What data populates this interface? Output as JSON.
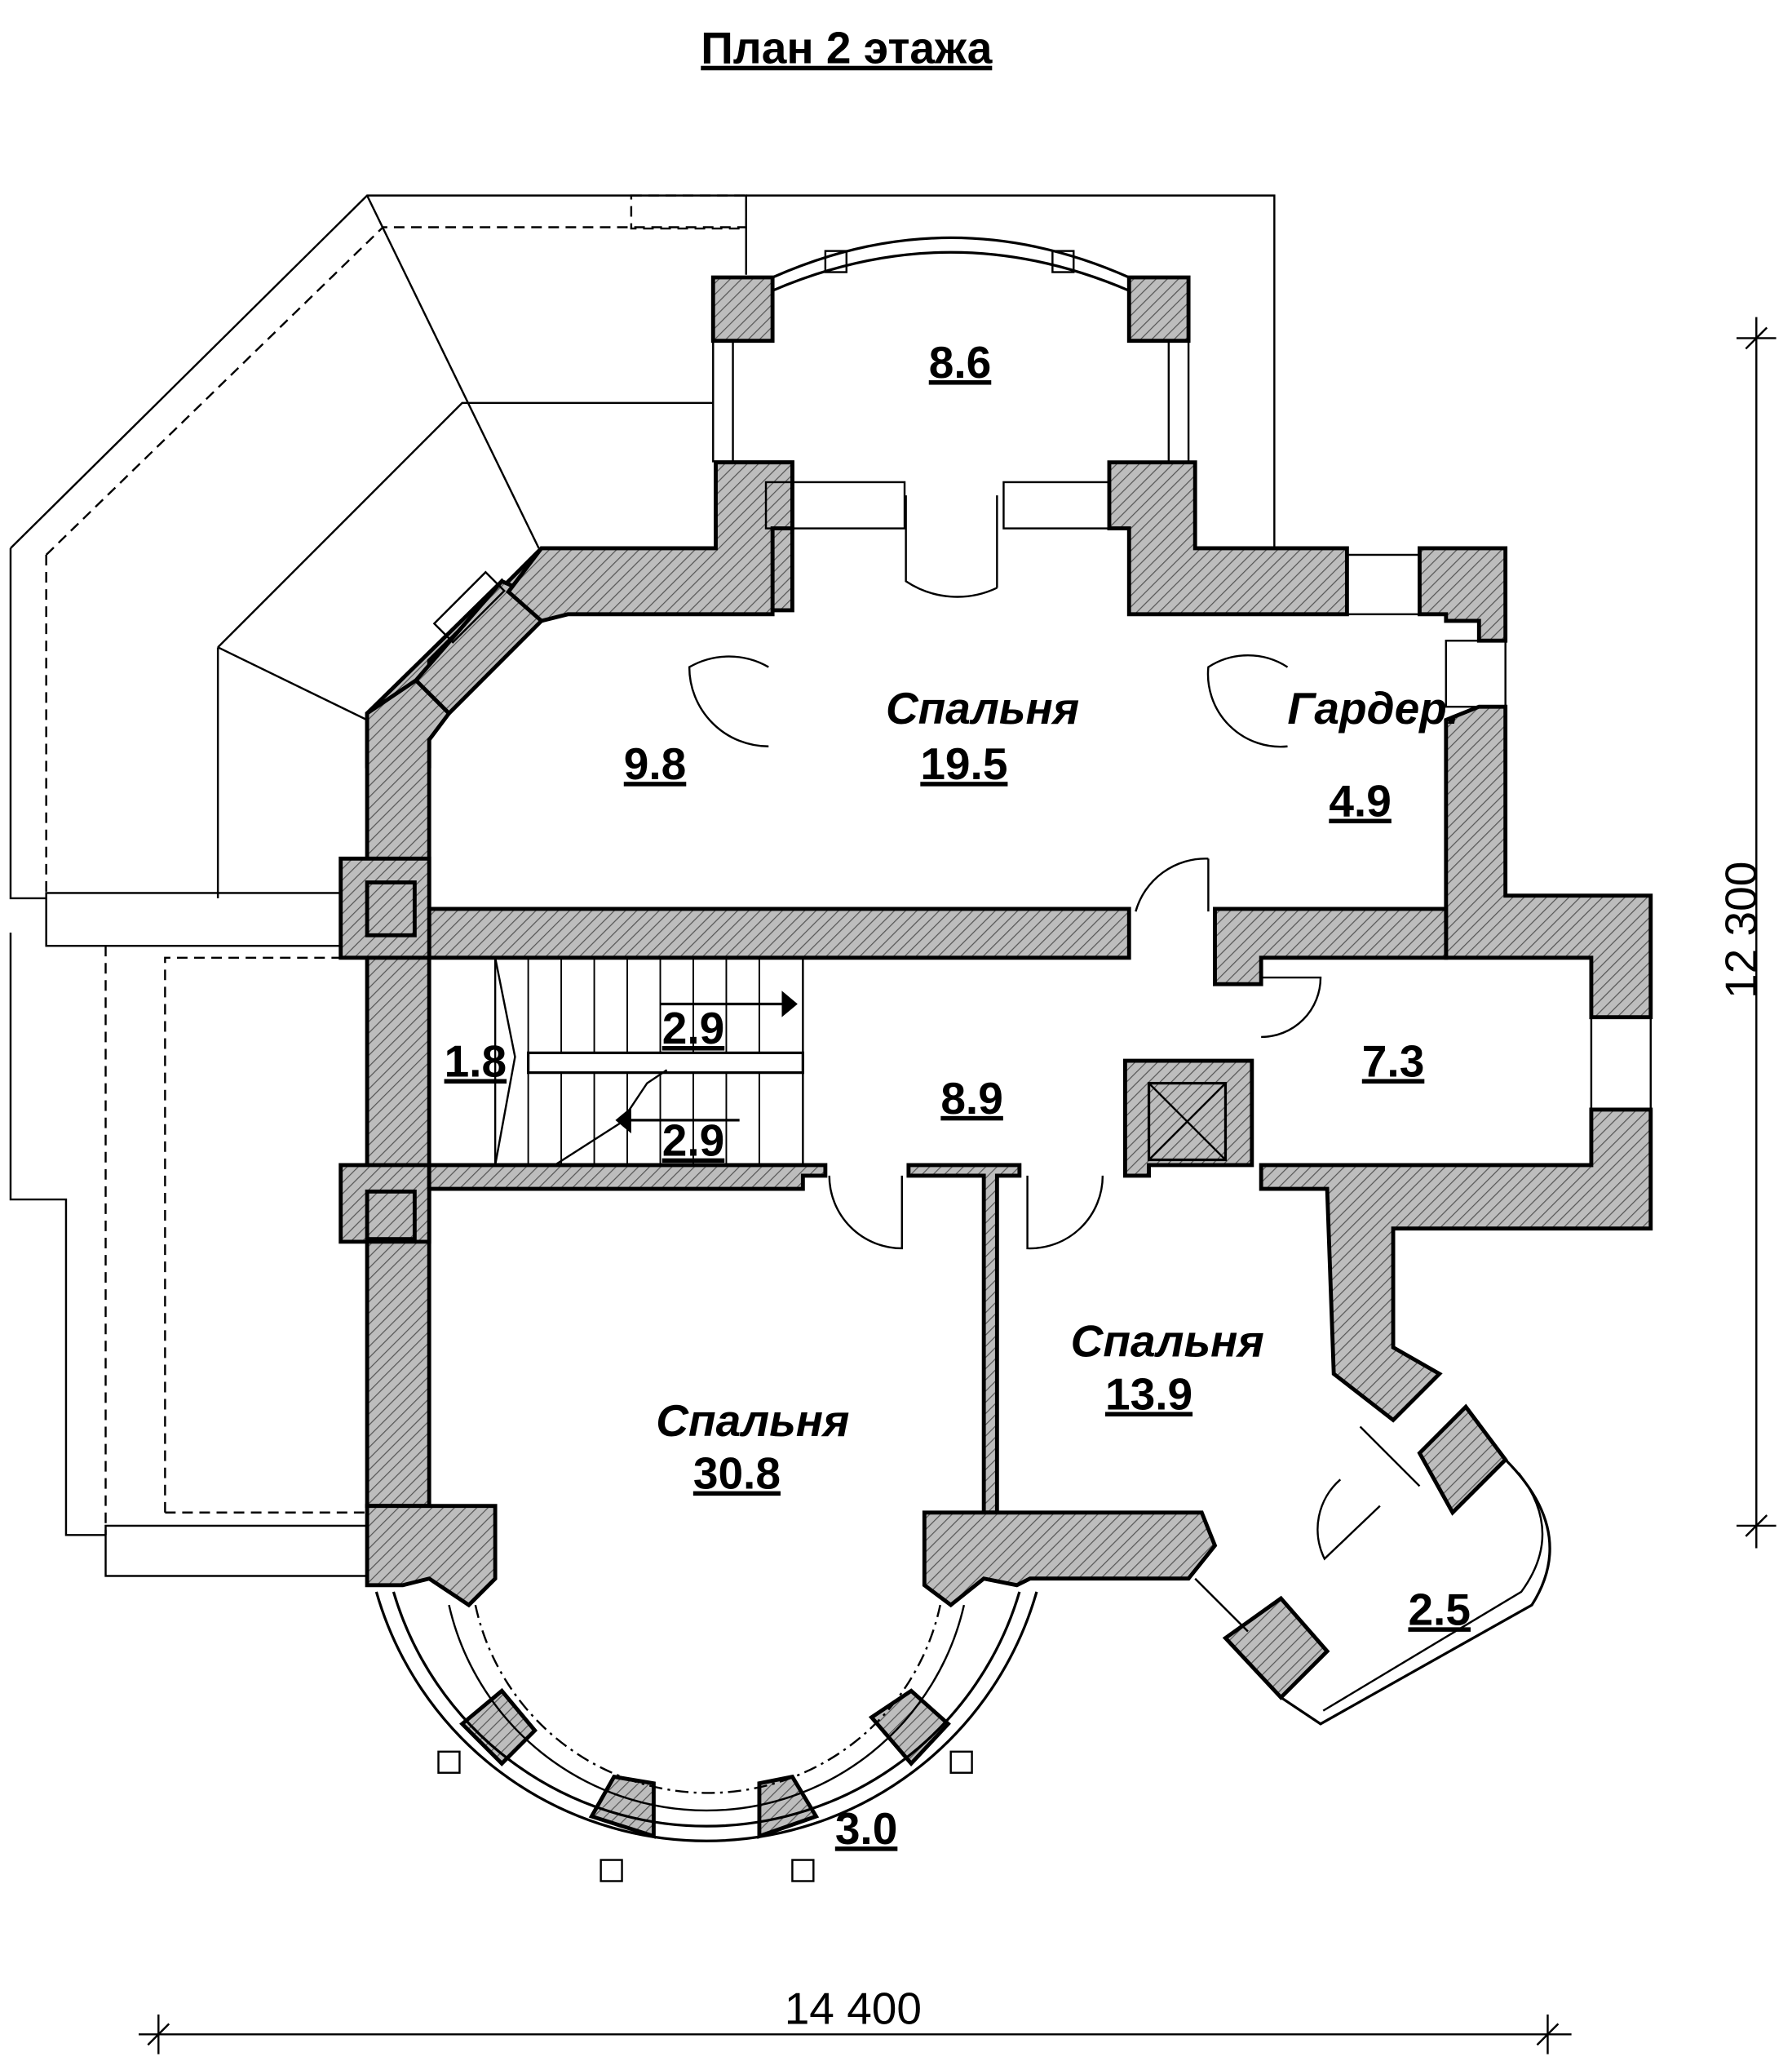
{
  "title": "План 2 этажа",
  "rooms": {
    "balcony_top": {
      "area": "8.6"
    },
    "room_left_top": {
      "area": "9.8"
    },
    "bedroom_top": {
      "name": "Спальня",
      "area": "19.5"
    },
    "wardrobe": {
      "name": "Гардер.",
      "area": "4.9"
    },
    "stair_small": {
      "area": "1.8"
    },
    "stair_upper": {
      "area": "2.9"
    },
    "stair_lower": {
      "area": "2.9"
    },
    "hall": {
      "area": "8.9"
    },
    "bath": {
      "area": "7.3"
    },
    "bedroom_large": {
      "name": "Спальня",
      "area": "30.8"
    },
    "bedroom_right": {
      "name": "Спальня",
      "area": "13.9"
    },
    "balcony_right": {
      "area": "2.5"
    },
    "balcony_round": {
      "area": "3.0"
    }
  },
  "dimensions": {
    "width": "14 400",
    "height": "12 300"
  }
}
